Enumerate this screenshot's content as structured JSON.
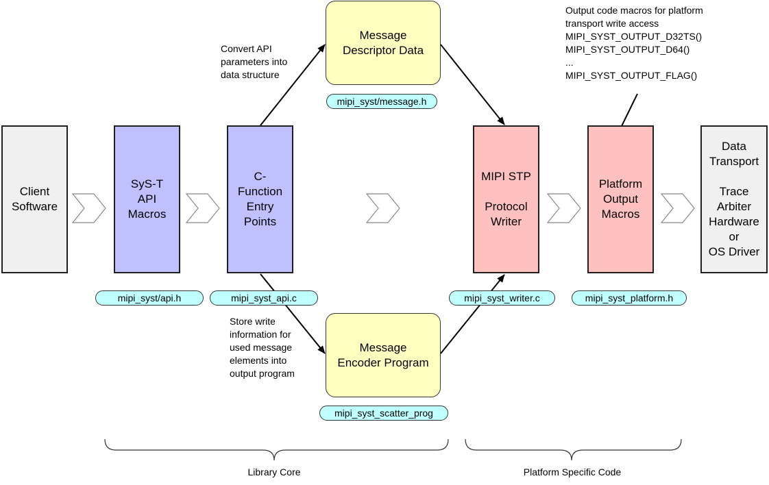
{
  "boxes": {
    "client_software": "Client\nSoftware",
    "syst_api_macros": "SyS-T\nAPI\nMacros",
    "c_function_entry_points": "C-\nFunction\nEntry\nPoints",
    "message_descriptor_data": "Message\nDescriptor Data",
    "message_encoder_program": "Message\nEncoder Program",
    "mipi_stp_protocol_writer": "MIPI STP\n\nProtocol\nWriter",
    "platform_output_macros": "Platform\nOutput\nMacros",
    "data_transport": "Data\nTransport\n\nTrace\nArbiter\nHardware\nor\nOS Driver"
  },
  "file_tags": {
    "api_h": "mipi_syst/api.h",
    "api_c": "mipi_syst_api.c",
    "message_h": "mipi_syst/message.h",
    "scatter_prog": "mipi_syst_scatter_prog",
    "writer_c": "mipi_syst_writer.c",
    "platform_h": "mipi_syst_platform.h"
  },
  "annotations": {
    "convert_api": "Convert API\nparameters into\ndata structure",
    "store_write": "Store write\ninformation for\nused message\nelements into\noutput program",
    "output_macros": "Output code  macros for platform\ntransport write access\nMIPI_SYST_OUTPUT_D32TS()\nMIPI_SYST_OUTPUT_D64()\n...\nMIPI_SYST_OUTPUT_FLAG()"
  },
  "sections": {
    "library_core": "Library Core",
    "platform_specific": "Platform Specific Code"
  },
  "colors": {
    "grey_box": "#f0f0f0",
    "api_box": "#c0c0ff",
    "data_box": "#ffffc0",
    "writer_box": "#ffc0c0",
    "file_tag": "#c0ffff"
  }
}
